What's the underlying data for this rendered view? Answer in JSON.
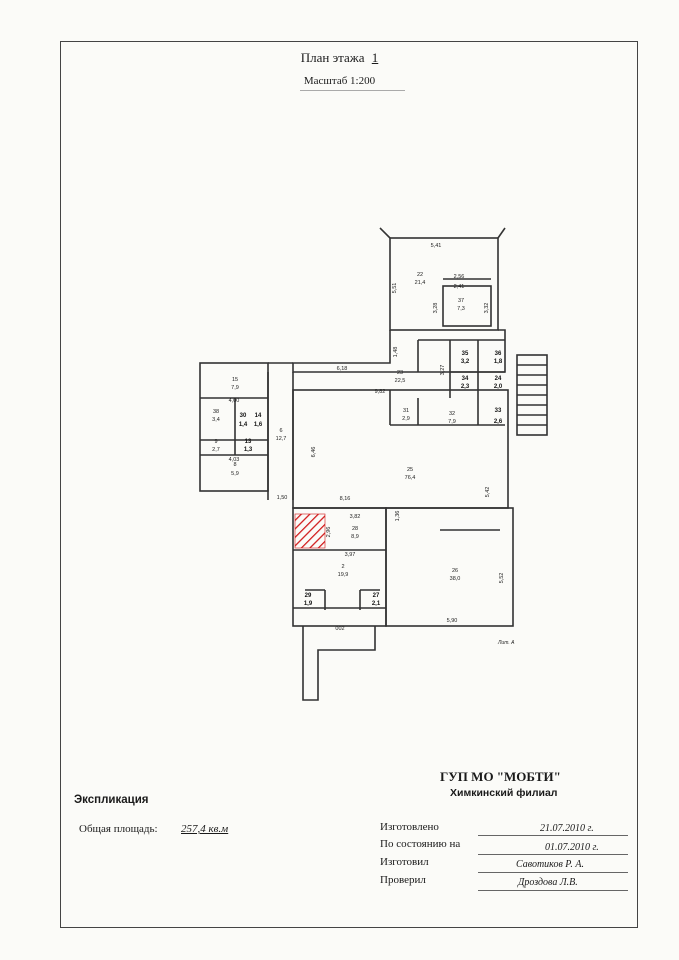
{
  "header": {
    "title": "План этажа",
    "floor_number": "1",
    "scale": "Масштаб 1:200"
  },
  "plan": {
    "rooms": [
      {
        "id": "22",
        "area": "21,4"
      },
      {
        "id": "37",
        "area": "7,3"
      },
      {
        "id": "23",
        "area": "22,5"
      },
      {
        "id": "35",
        "area": "3,2"
      },
      {
        "id": "36",
        "area": "1,8"
      },
      {
        "id": "34",
        "area": "2,3"
      },
      {
        "id": "24",
        "area": "2,0"
      },
      {
        "id": "33",
        "area": "2,6"
      },
      {
        "id": "31",
        "area": "2,9"
      },
      {
        "id": "32",
        "area": "7,9"
      },
      {
        "id": "15",
        "area": "7,9"
      },
      {
        "id": "38",
        "area": "3,4"
      },
      {
        "id": "30",
        "area": "1,4"
      },
      {
        "id": "14",
        "area": "1,6"
      },
      {
        "id": "9",
        "area": "2,7"
      },
      {
        "id": "13",
        "area": "1,3"
      },
      {
        "id": "8",
        "area": "5,9"
      },
      {
        "id": "6",
        "area": "12,7"
      },
      {
        "id": "25",
        "area": "76,4"
      },
      {
        "id": "28",
        "area": "8,9"
      },
      {
        "id": "2",
        "area": "19,9"
      },
      {
        "id": "26",
        "area": "38,0"
      },
      {
        "id": "29",
        "area": "1,9"
      },
      {
        "id": "27",
        "area": "2,1"
      }
    ],
    "dimensions": [
      "5,41",
      "2,56",
      "2,41",
      "5,51",
      "3,28",
      "3,32",
      "1,48",
      "6,18",
      "9,82",
      "3,27",
      "4,00",
      "6,46",
      "5,42",
      "1,50",
      "8,16",
      "3,82",
      "2,96",
      "1,36",
      "3,97",
      "5,52",
      "5,90",
      "4,03"
    ],
    "exit_label": "002",
    "letter": "Лит. А"
  },
  "organization": {
    "name": "ГУП МО \"МОБТИ\"",
    "branch": "Химкинский филиал"
  },
  "explication": {
    "title": "Экспликация",
    "total_area_label": "Общая площадь:",
    "total_area_value": "257,4 кв.м"
  },
  "info": {
    "made_label": "Изготовлено",
    "made_value": "21.07.2010 г.",
    "state_label": "По состоянию на",
    "state_value": "01.07.2010 г.",
    "author_label": "Изготовил",
    "author_value": "Савотиков Р. А.",
    "checked_label": "Проверил",
    "checked_value": "Дроздова Л.В."
  }
}
